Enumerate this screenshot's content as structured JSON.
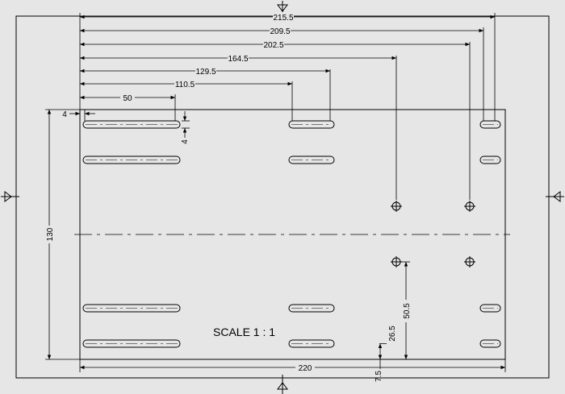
{
  "drawing": {
    "scale_label": "SCALE 1 : 1",
    "colors": {
      "background": "#e6e6e6",
      "line": "#000000"
    },
    "dimensions": {
      "top": [
        "215.5",
        "209.5",
        "202.5",
        "164.5",
        "129.5",
        "110.5",
        "50"
      ],
      "left_offset": "4",
      "slot_width": "4",
      "height": "130",
      "bottom_width": "220",
      "bottom_offset": "7.5",
      "slot_row_offset": "26.5",
      "hole_row_offset": "50.5"
    },
    "icons": [
      "view-arrow-top-icon",
      "view-arrow-bottom-icon",
      "view-arrow-left-icon",
      "view-arrow-right-icon"
    ]
  }
}
